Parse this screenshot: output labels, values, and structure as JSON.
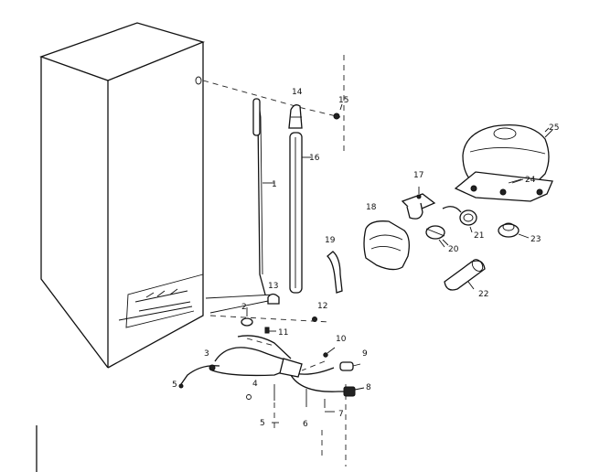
{
  "labels": {
    "l1": "1",
    "l2": "2",
    "l3": "3",
    "l4": "4",
    "l5a": "5",
    "l5b": "5",
    "l6": "6",
    "l7": "7",
    "l8": "8",
    "l9": "9",
    "l10": "10",
    "l11": "11",
    "l12": "12",
    "l13": "13",
    "l14": "14",
    "l15": "15",
    "l16": "16",
    "l17": "17",
    "l18": "18",
    "l19": "19",
    "l20": "20",
    "l21": "21",
    "l22": "22",
    "l23": "23",
    "l24": "24",
    "l25": "25"
  }
}
